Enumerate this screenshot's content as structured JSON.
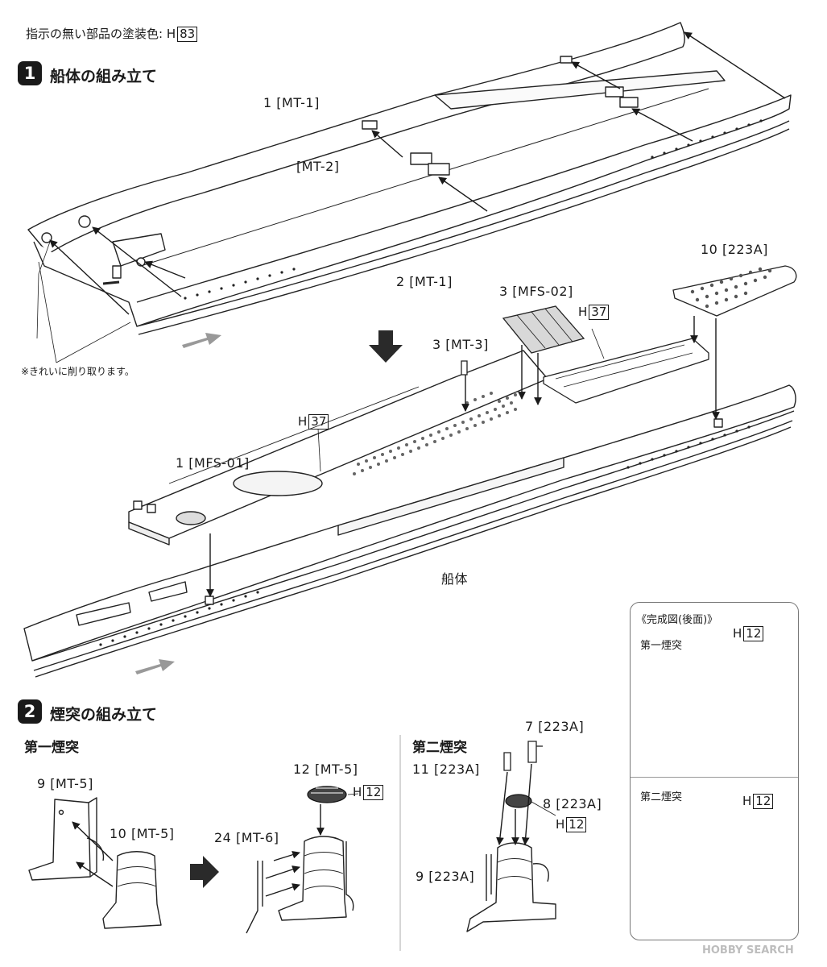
{
  "paint_note": {
    "text": "指示の無い部品の塗装色:",
    "h": "H",
    "code": "83"
  },
  "step1": {
    "number": "1",
    "title": "船体の組み立て",
    "labels": {
      "mt1_upper": "1 [MT-1]",
      "mt2": "[MT-2]",
      "mt1_lower": "2 [MT-1]",
      "p10_223a": "10 [223A]",
      "mfs02": "3 [MFS-02]",
      "h37_a_prefix": "H",
      "h37_a_code": "37",
      "mt3": "3 [MT-3]",
      "h37_b_prefix": "H",
      "h37_b_code": "37",
      "mfs01": "1 [MFS-01]",
      "hull": "船体"
    },
    "trim_note": "※きれいに削り取ります。"
  },
  "step2": {
    "number": "2",
    "title": "煙突の組み立て",
    "first": {
      "heading": "第一煙突",
      "p9": "9 [MT-5]",
      "p10": "10 [MT-5]",
      "p24": "24 [MT-6]",
      "p12": "12 [MT-5]",
      "h_prefix": "H",
      "h_code": "12"
    },
    "second": {
      "heading": "第二煙突",
      "p7": "7 [223A]",
      "p11": "11 [223A]",
      "p8": "8 [223A]",
      "p9": "9 [223A]",
      "h_prefix": "H",
      "h_code": "12"
    }
  },
  "finished": {
    "title": "《完成図(後面)》",
    "first_label": "第一煙突",
    "first_h": "H",
    "first_code": "12",
    "second_label": "第二煙突",
    "second_h": "H",
    "second_code": "12"
  },
  "watermark": "HOBBY SEARCH"
}
